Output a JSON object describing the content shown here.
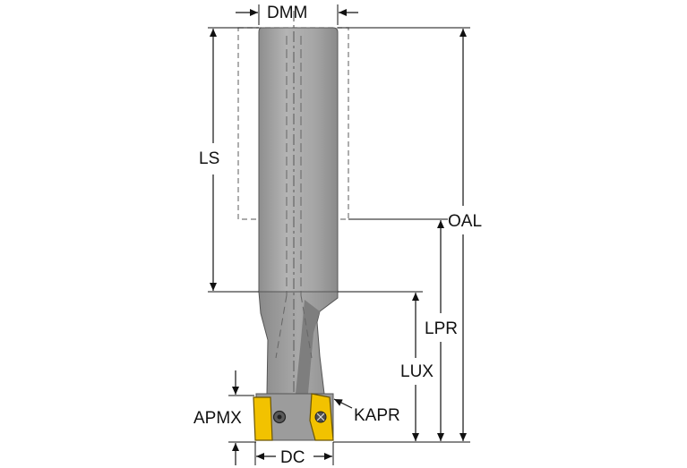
{
  "diagram": {
    "labels": {
      "dmm": "DMM",
      "ls": "LS",
      "oal": "OAL",
      "lpr": "LPR",
      "lux": "LUX",
      "apmx": "APMX",
      "kapr": "KAPR",
      "dc": "DC"
    },
    "colors": {
      "shank_gray": "#a3a3a3",
      "insert_yellow": "#f2c200",
      "line": "#111111",
      "dashed_guide": "#777777"
    }
  }
}
